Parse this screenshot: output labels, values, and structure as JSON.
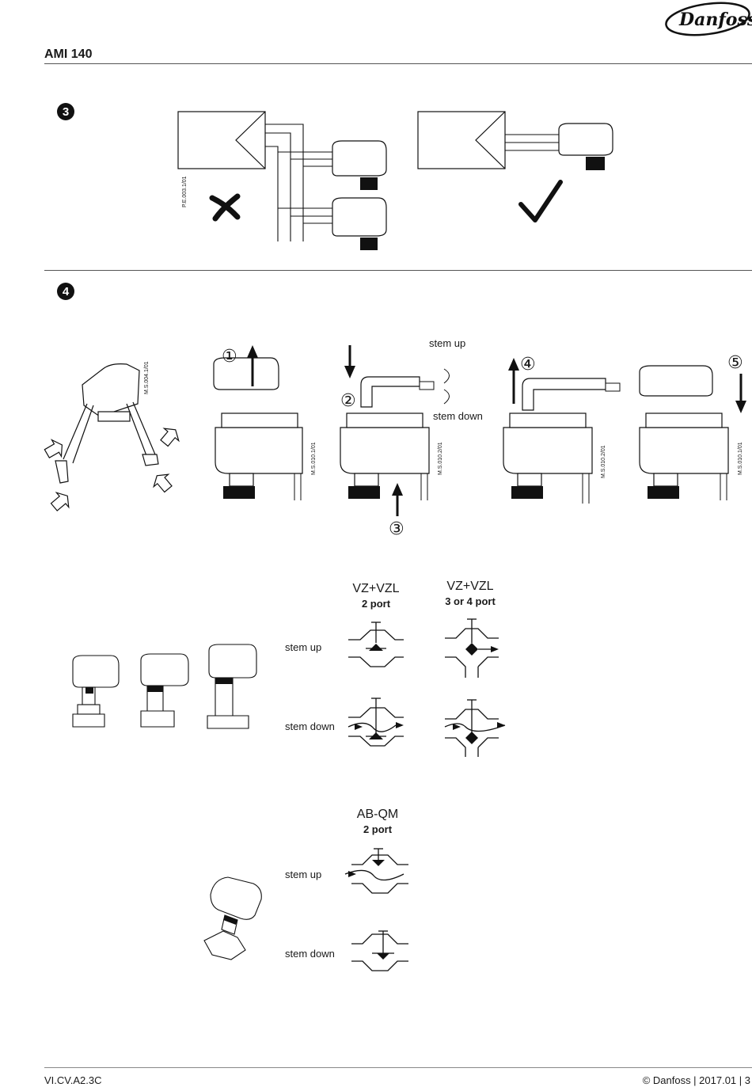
{
  "header": {
    "brand": "Danfoss",
    "title": "AMI 140"
  },
  "section3": {
    "badge": "3",
    "drawing_code": "P.E.003.1/01",
    "wrong_mark": "cross-icon",
    "right_mark": "check-icon"
  },
  "section4": {
    "badge": "4",
    "screwdriver_code": "M.S.004.1/01",
    "steps": {
      "step1": "①",
      "step2": "②",
      "step3": "③",
      "step4": "④",
      "step5": "⑤"
    },
    "stem_up": "stem up",
    "stem_down": "stem down",
    "codes": [
      "M.S.010.1/01",
      "M.S.010.2/01",
      "M.S.010.2/01",
      "M.S.010.1/01"
    ]
  },
  "valves": {
    "vzl2": {
      "title": "VZ+VZL",
      "ports": "2 port"
    },
    "vzl34": {
      "title": "VZ+VZL",
      "ports": "3 or 4 port"
    },
    "abqm": {
      "title": "AB-QM",
      "ports": "2 port"
    },
    "stem_up": "stem up",
    "stem_down": "stem down"
  },
  "footer": {
    "doc_code": "VI.CV.A2.3C",
    "copyright": "© Danfoss | 2017.01 | 3"
  }
}
